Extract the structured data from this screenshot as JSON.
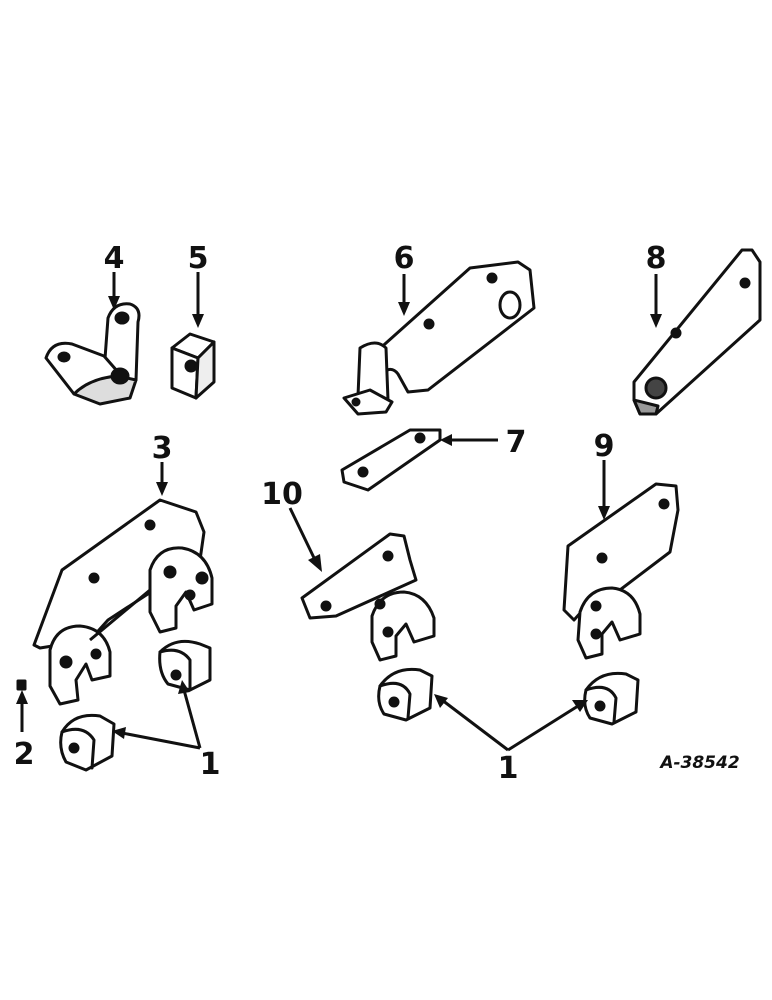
{
  "callouts": {
    "c1a": "1",
    "c1b": "1",
    "c2": "2",
    "c3": "3",
    "c4": "4",
    "c5": "5",
    "c6": "6",
    "c7": "7",
    "c8": "8",
    "c9": "9",
    "c10": "10"
  },
  "drawing_code": "A-38542",
  "colors": {
    "ink": "#111111",
    "paper": "#ffffff"
  }
}
